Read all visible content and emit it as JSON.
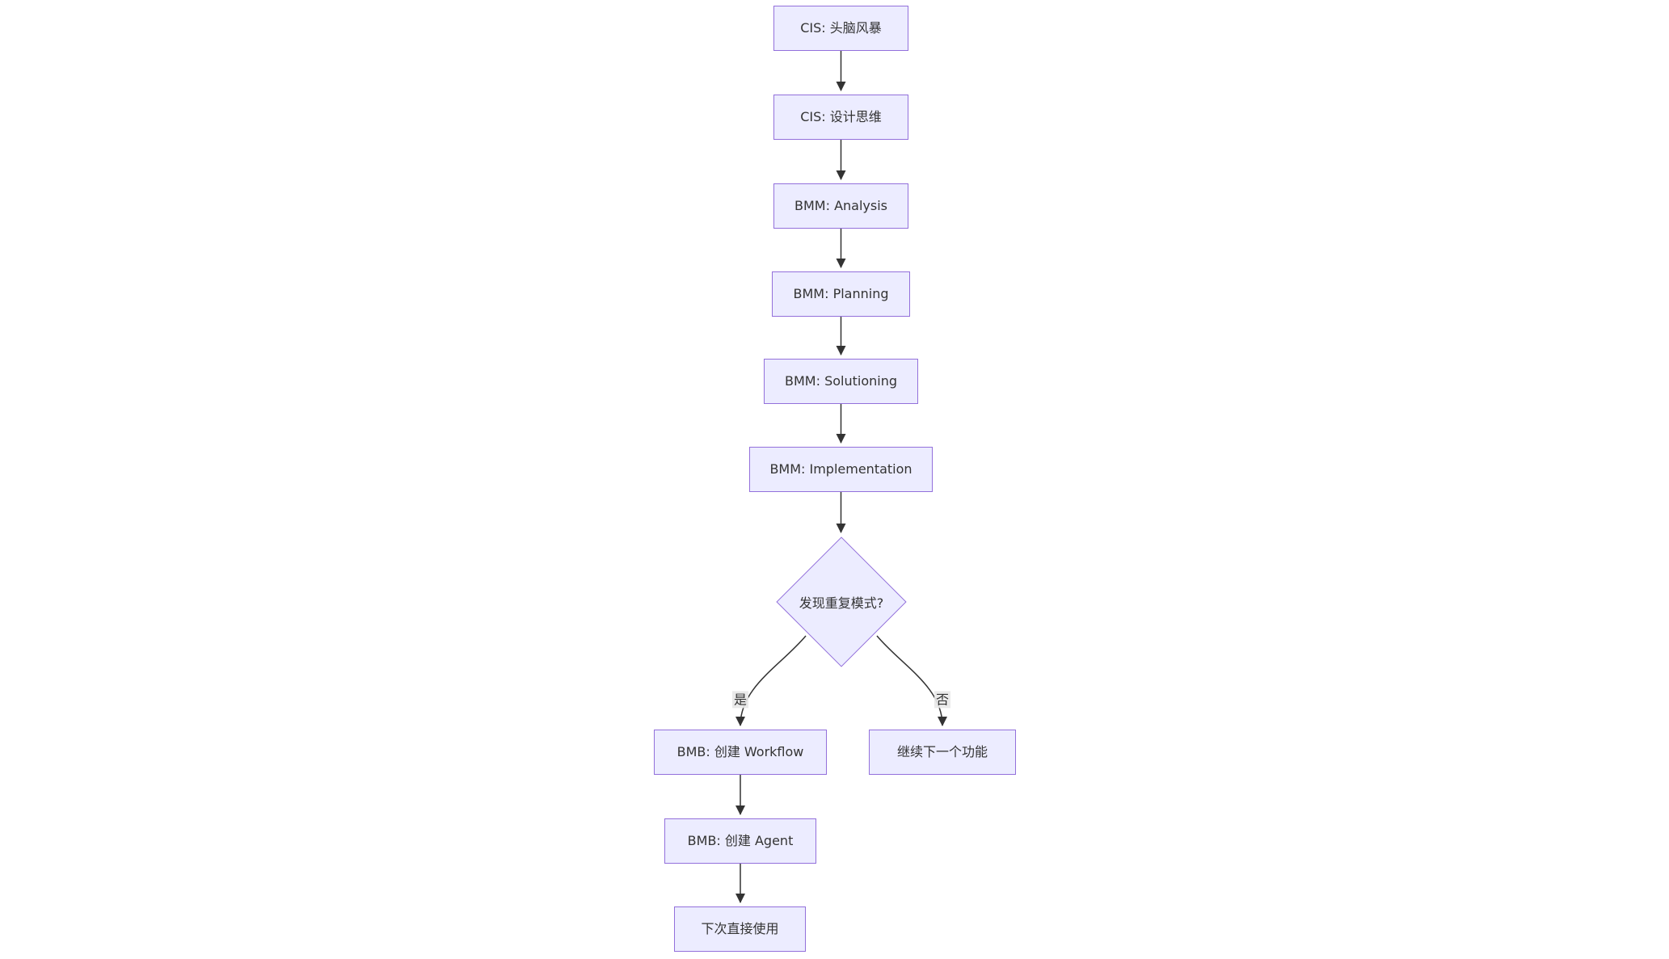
{
  "diagram": {
    "type": "flowchart",
    "orientation": "top-down",
    "background": "#ffffff",
    "node_style": {
      "fill": "#ECECFF",
      "border": "#9370DB",
      "text_color": "#333333"
    },
    "edge_style": {
      "stroke": "#333333",
      "arrowhead": "#333333",
      "label_background": "#e8e8e8"
    },
    "nodes": [
      {
        "shape": "rectangle",
        "label": "CIS: 头脑风暴"
      },
      {
        "shape": "rectangle",
        "label": "CIS: 设计思维"
      },
      {
        "shape": "rectangle",
        "label": "BMM: Analysis"
      },
      {
        "shape": "rectangle",
        "label": "BMM: Planning"
      },
      {
        "shape": "rectangle",
        "label": "BMM: Solutioning"
      },
      {
        "shape": "rectangle",
        "label": "BMM: Implementation"
      },
      {
        "shape": "diamond",
        "label": "发现重复模式?"
      },
      {
        "shape": "rectangle",
        "label": "BMB: 创建 Workflow"
      },
      {
        "shape": "rectangle",
        "label": "继续下一个功能"
      },
      {
        "shape": "rectangle",
        "label": "BMB: 创建 Agent"
      },
      {
        "shape": "rectangle",
        "label": "下次直接使用"
      }
    ],
    "edges": [
      {
        "from": 0,
        "to": 1,
        "label": ""
      },
      {
        "from": 1,
        "to": 2,
        "label": ""
      },
      {
        "from": 2,
        "to": 3,
        "label": ""
      },
      {
        "from": 3,
        "to": 4,
        "label": ""
      },
      {
        "from": 4,
        "to": 5,
        "label": ""
      },
      {
        "from": 5,
        "to": 6,
        "label": ""
      },
      {
        "from": 6,
        "to": 7,
        "label": "是"
      },
      {
        "from": 6,
        "to": 8,
        "label": "否"
      },
      {
        "from": 7,
        "to": 9,
        "label": ""
      },
      {
        "from": 9,
        "to": 10,
        "label": ""
      }
    ]
  }
}
